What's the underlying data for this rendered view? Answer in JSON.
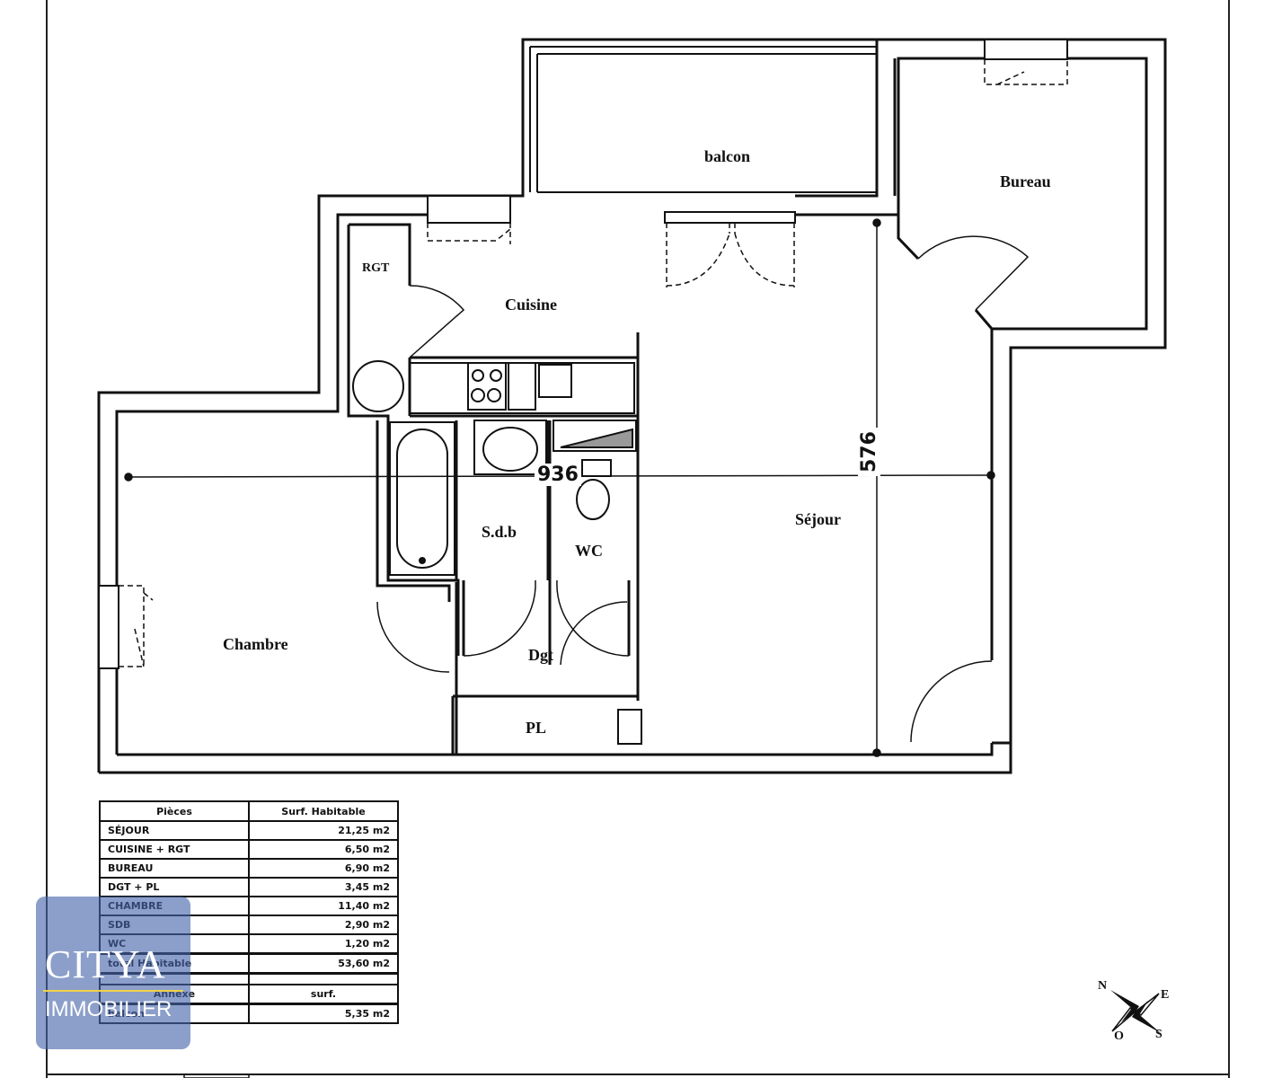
{
  "rooms": {
    "balcon": "balcon",
    "bureau": "Bureau",
    "rgt": "RGT",
    "cuisine": "Cuisine",
    "sejour": "Séjour",
    "sdb": "S.d.b",
    "wc": "WC",
    "chambre": "Chambre",
    "dgt": "Dgt",
    "pl": "PL"
  },
  "dimensions": {
    "width": "936",
    "depth": "576"
  },
  "table": {
    "header": [
      "Pièces",
      "Surf. Habitable"
    ],
    "rows": [
      {
        "name": "SÉJOUR",
        "value": "21,25 m2"
      },
      {
        "name": "CUISINE + RGT",
        "value": "6,50 m2"
      },
      {
        "name": "BUREAU",
        "value": "6,90 m2"
      },
      {
        "name": "DGT + PL",
        "value": "3,45 m2"
      },
      {
        "name": "CHAMBRE",
        "value": "11,40 m2"
      },
      {
        "name": "SDB",
        "value": "2,90 m2"
      },
      {
        "name": "WC",
        "value": "1,20 m2"
      }
    ],
    "total": {
      "name": "total Habitable",
      "value": "53,60 m2"
    },
    "annex_header": [
      "Annexe",
      "surf."
    ],
    "annex_rows": [
      {
        "name": "balcon",
        "value": "5,35 m2"
      }
    ]
  },
  "logo": {
    "brand": "CITYA",
    "subtitle": "IMMOBILIER",
    "colors": {
      "fill": "#4664aa",
      "rule": "#f2d24a"
    }
  },
  "compass": {
    "n": "N",
    "e": "E",
    "s": "S",
    "o": "O",
    "icon": "compass-rose-icon"
  }
}
